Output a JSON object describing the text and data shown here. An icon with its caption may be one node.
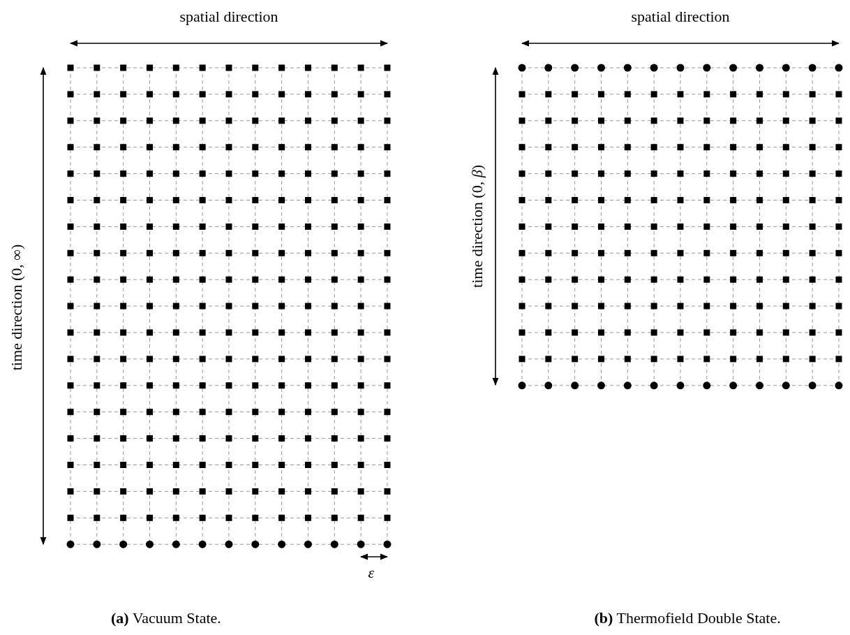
{
  "diagram": {
    "labels": [
      "spatial direction",
      "time direction (0, ∞)",
      "ε",
      "spatial direction",
      "time direction (0, *β*)",
      "**(a)** Vacuum State.",
      "**(b)** Thermofield Double State."
    ]
  }
}
